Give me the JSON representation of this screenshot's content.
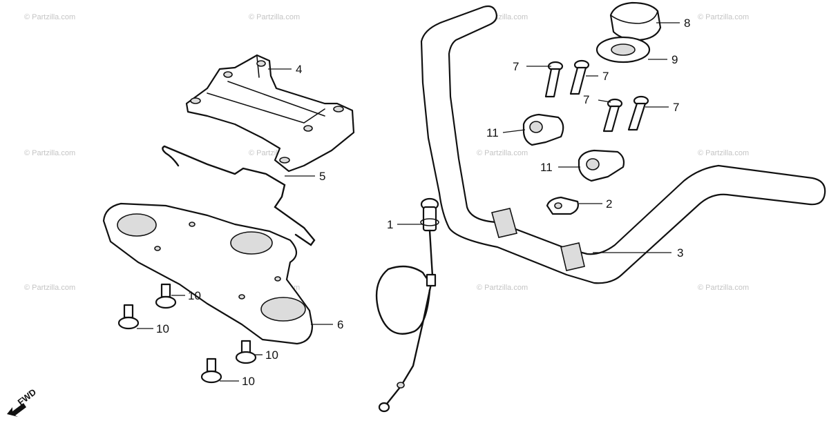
{
  "watermark": "© Partzilla.com",
  "fwd_label": "FWD",
  "callouts": [
    {
      "id": "cable",
      "label": "1"
    },
    {
      "id": "clamp",
      "label": "2"
    },
    {
      "id": "handlebar",
      "label": "3"
    },
    {
      "id": "bracket",
      "label": "4"
    },
    {
      "id": "wire-clip",
      "label": "5"
    },
    {
      "id": "cover-plate",
      "label": "6"
    },
    {
      "id": "bolt-a",
      "label": "7"
    },
    {
      "id": "bolt-b",
      "label": "7"
    },
    {
      "id": "bolt-c",
      "label": "7"
    },
    {
      "id": "bolt-d",
      "label": "7"
    },
    {
      "id": "nut",
      "label": "8"
    },
    {
      "id": "washer",
      "label": "9"
    },
    {
      "id": "screw-a",
      "label": "10"
    },
    {
      "id": "screw-b",
      "label": "10"
    },
    {
      "id": "screw-c",
      "label": "10"
    },
    {
      "id": "screw-d",
      "label": "10"
    },
    {
      "id": "holder-upper",
      "label": "11"
    },
    {
      "id": "holder-lower",
      "label": "11"
    }
  ]
}
